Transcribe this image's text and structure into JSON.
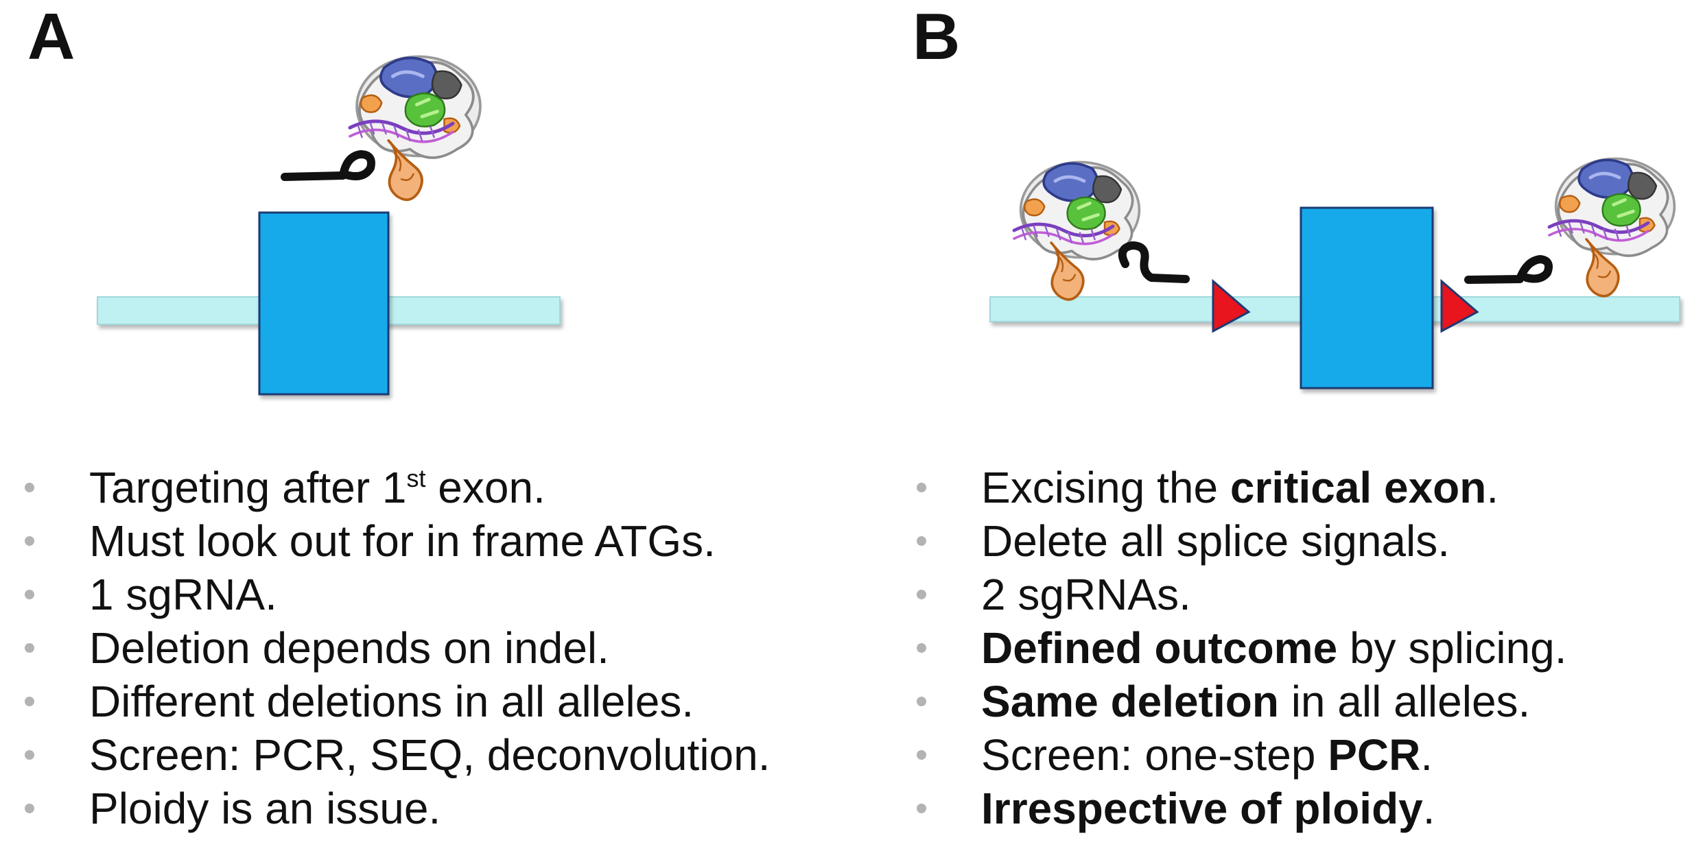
{
  "panelA": {
    "letter": "A",
    "bullets": [
      {
        "parts": [
          {
            "text": "Targeting after 1"
          },
          {
            "text": "st",
            "sup": true
          },
          {
            "text": " exon."
          }
        ]
      },
      {
        "parts": [
          {
            "text": "Must look out for in frame ATGs."
          }
        ]
      },
      {
        "parts": [
          {
            "text": "1 sgRNA."
          }
        ]
      },
      {
        "parts": [
          {
            "text": "Deletion depends on indel."
          }
        ]
      },
      {
        "parts": [
          {
            "text": "Different deletions in all alleles."
          }
        ]
      },
      {
        "parts": [
          {
            "text": "Screen: PCR, SEQ, deconvolution."
          }
        ]
      },
      {
        "parts": [
          {
            "text": "Ploidy is an issue."
          }
        ]
      }
    ]
  },
  "panelB": {
    "letter": "B",
    "bullets": [
      {
        "parts": [
          {
            "text": "Excising the "
          },
          {
            "text": "critical exon",
            "bold": true
          },
          {
            "text": "."
          }
        ]
      },
      {
        "parts": [
          {
            "text": "Delete all splice signals."
          }
        ]
      },
      {
        "parts": [
          {
            "text": "2 sgRNAs."
          }
        ]
      },
      {
        "parts": [
          {
            "text": "Defined outcome",
            "bold": true
          },
          {
            "text": " by splicing."
          }
        ]
      },
      {
        "parts": [
          {
            "text": "Same deletion",
            "bold": true
          },
          {
            "text": " in all alleles."
          }
        ]
      },
      {
        "parts": [
          {
            "text": "Screen: one-step "
          },
          {
            "text": "PCR",
            "bold": true
          },
          {
            "text": "."
          }
        ]
      },
      {
        "parts": [
          {
            "text": "Irrespective of ploidy",
            "bold": true
          },
          {
            "text": "."
          }
        ]
      }
    ]
  },
  "colors": {
    "exon": "#12aaeb",
    "exon_border": "#1f3a73",
    "strand": "#bff0f2",
    "loxp": "#e8141e",
    "bullet": "#b3b3b3"
  },
  "icons": [
    "cas9-protein-icon",
    "sgrna-loop-icon",
    "loxp-triangle-icon"
  ]
}
